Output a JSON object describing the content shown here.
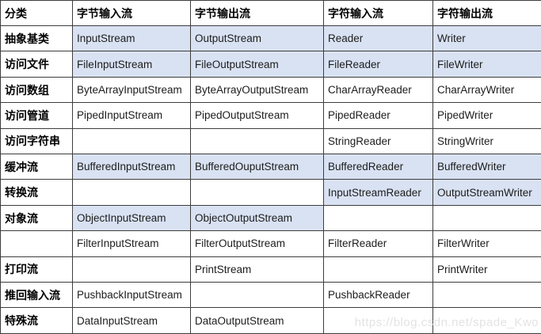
{
  "colors": {
    "highlight": "#d9e2f3",
    "border": "#3d3d3d",
    "watermark_text": "#e3e3e3"
  },
  "watermark": "https://blog.csdn.net/spade_Kwo",
  "table": {
    "headers": [
      "分类",
      "字节输入流",
      "字节输出流",
      "字符输入流",
      "字符输出流"
    ],
    "rows": [
      {
        "category": "抽象基类",
        "cells": [
          "InputStream",
          "OutputStream",
          "Reader",
          "Writer"
        ],
        "highlight": [
          true,
          true,
          true,
          true
        ]
      },
      {
        "category": "访问文件",
        "cells": [
          "FileInputStream",
          "FileOutputStream",
          "FileReader",
          "FileWriter"
        ],
        "highlight": [
          true,
          true,
          true,
          true
        ]
      },
      {
        "category": "访问数组",
        "cells": [
          "ByteArrayInputStream",
          "ByteArrayOutputStream",
          "CharArrayReader",
          "CharArrayWriter"
        ],
        "highlight": [
          false,
          false,
          false,
          false
        ]
      },
      {
        "category": "访问管道",
        "cells": [
          "PipedInputStream",
          "PipedOutputStream",
          "PipedReader",
          "PipedWriter"
        ],
        "highlight": [
          false,
          false,
          false,
          false
        ]
      },
      {
        "category": "访问字符串",
        "cells": [
          "",
          "",
          "StringReader",
          "StringWriter"
        ],
        "highlight": [
          false,
          false,
          false,
          false
        ]
      },
      {
        "category": "缓冲流",
        "cells": [
          "BufferedInputStream",
          "BufferedOuputStream",
          "BufferedReader",
          "BufferedWriter"
        ],
        "highlight": [
          true,
          true,
          true,
          true
        ]
      },
      {
        "category": "转换流",
        "cells": [
          "",
          "",
          "InputStreamReader",
          "OutputStreamWriter"
        ],
        "highlight": [
          false,
          false,
          true,
          true
        ]
      },
      {
        "category": "对象流",
        "cells": [
          "ObjectInputStream",
          "ObjectOutputStream",
          "",
          ""
        ],
        "highlight": [
          true,
          true,
          false,
          false
        ]
      },
      {
        "category": "",
        "cells": [
          "FilterInputStream",
          "FilterOutputStream",
          "FilterReader",
          "FilterWriter"
        ],
        "highlight": [
          false,
          false,
          false,
          false
        ]
      },
      {
        "category": "打印流",
        "cells": [
          "",
          "PrintStream",
          "",
          "PrintWriter"
        ],
        "highlight": [
          false,
          false,
          false,
          false
        ]
      },
      {
        "category": "推回输入流",
        "cells": [
          "PushbackInputStream",
          "",
          "PushbackReader",
          ""
        ],
        "highlight": [
          false,
          false,
          false,
          false
        ]
      },
      {
        "category": "特殊流",
        "cells": [
          "DataInputStream",
          "DataOutputStream",
          "",
          ""
        ],
        "highlight": [
          false,
          false,
          false,
          false
        ]
      }
    ]
  }
}
